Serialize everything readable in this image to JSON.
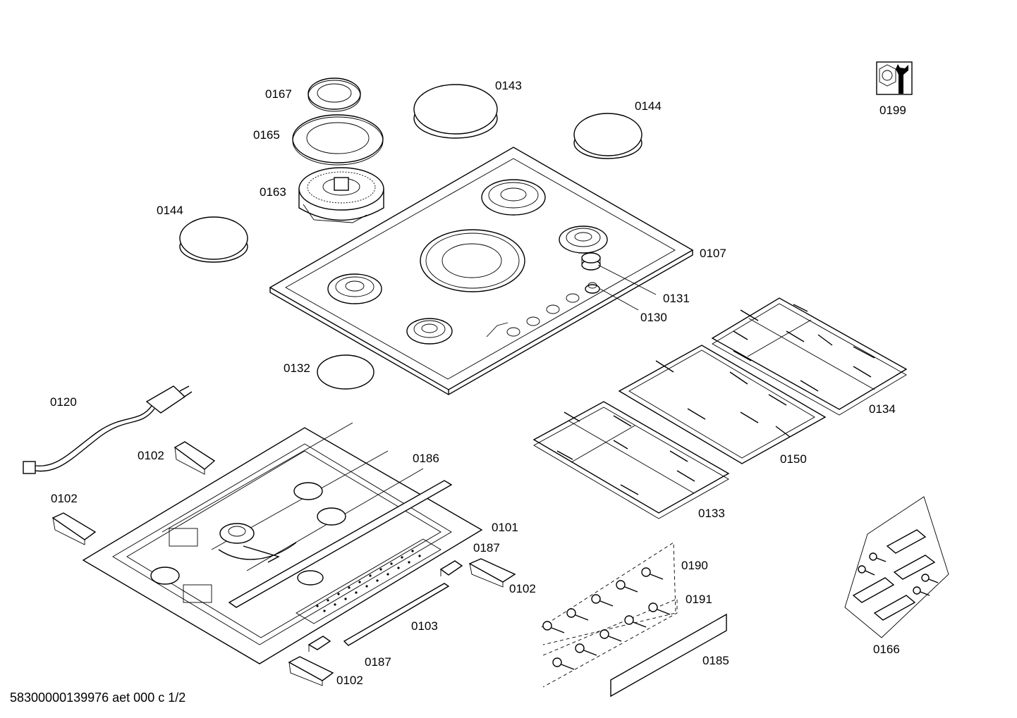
{
  "document_id": "58300000139976 aet 000 c 1/2",
  "service_icon": "wrench-nut-service-icon",
  "callouts": {
    "c0199": "0199",
    "c0167": "0167",
    "c0143": "0143",
    "c0144a": "0144",
    "c0165": "0165",
    "c0163": "0163",
    "c0144b": "0144",
    "c0107": "0107",
    "c0131": "0131",
    "c0130": "0130",
    "c0132": "0132",
    "c0134": "0134",
    "c0120": "0120",
    "c0150": "0150",
    "c0102a": "0102",
    "c0186": "0186",
    "c0102b": "0102",
    "c0133": "0133",
    "c0101": "0101",
    "c0187a": "0187",
    "c0190": "0190",
    "c0102c": "0102",
    "c0191": "0191",
    "c0103": "0103",
    "c0185": "0185",
    "c0166": "0166",
    "c0187b": "0187",
    "c0102d": "0102"
  }
}
